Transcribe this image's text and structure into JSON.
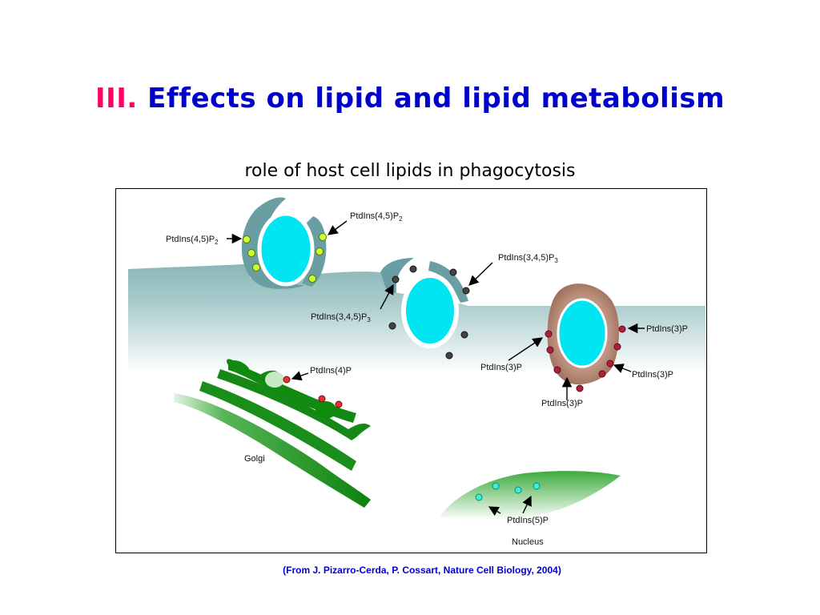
{
  "slide": {
    "title_number": "III.",
    "title_text": "Effects on lipid and lipid metabolism",
    "subtitle": "role of host cell lipids in phagocytosis",
    "citation": "(From J. Pizarro-Cerda, P. Cossart, Nature Cell Biology, 2004)"
  },
  "figure": {
    "labels": {
      "pip2_left": "PtdIns(4,5)P",
      "pip2_left_sub": "2",
      "pip2_right": "PtdIns(4,5)P",
      "pip2_right_sub": "2",
      "pip3_top": "PtdIns(3,4,5)P",
      "pip3_top_sub": "3",
      "pip3_left": "PtdIns(3,4,5)P",
      "pip3_left_sub": "3",
      "pi3p_right": "PtdIns(3)P",
      "pi3p_left": "PtdIns(3)P",
      "pi3p_bottom_right": "PtdIns(3)P",
      "pi3p_bottom": "PtdIns(3)P",
      "pi4p": "PtdIns(4)P",
      "golgi": "Golgi",
      "pi5p": "PtdIns(5)P",
      "nucleus": "Nucleus"
    },
    "colors": {
      "membrane": "#8ab6b8",
      "bacterium": "#00e5f2",
      "pip2": "#ccff33",
      "pip3": "#444444",
      "pi3p": "#b0203a",
      "pi4p": "#e23232",
      "golgi": "#108a10",
      "nucleus": "#4ab84a",
      "pi5p": "#39f0d8",
      "phagosome": "#c49a86"
    }
  }
}
